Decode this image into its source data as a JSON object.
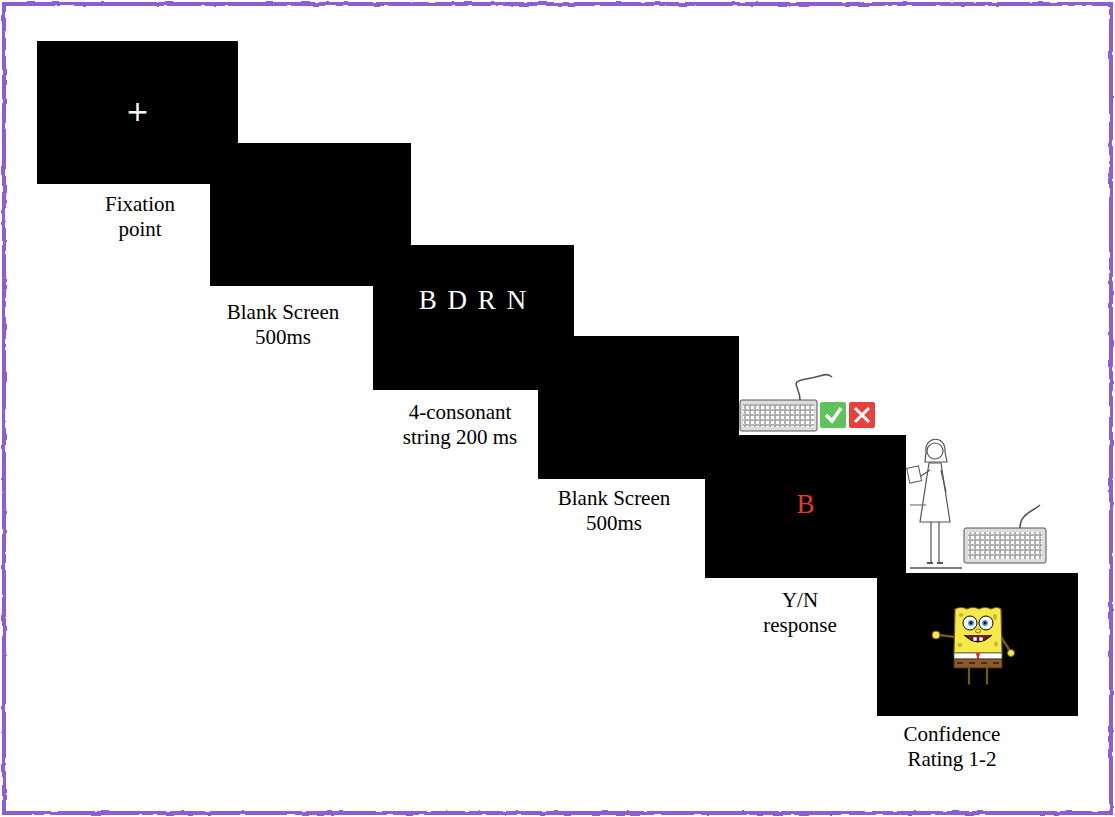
{
  "diagram": {
    "nodes": [
      {
        "text": [
          "+",
          "Fixation point"
        ]
      },
      {
        "text": [
          "Blank Screen 500ms"
        ]
      },
      {
        "text": [
          "B D R N",
          "4-consonant string 200 ms"
        ]
      },
      {
        "text": [
          "Blank Screen 500ms"
        ]
      },
      {
        "text": [
          "B",
          "Y/N response"
        ]
      },
      {
        "text": [
          "Confidence Rating 1-2"
        ]
      }
    ]
  }
}
